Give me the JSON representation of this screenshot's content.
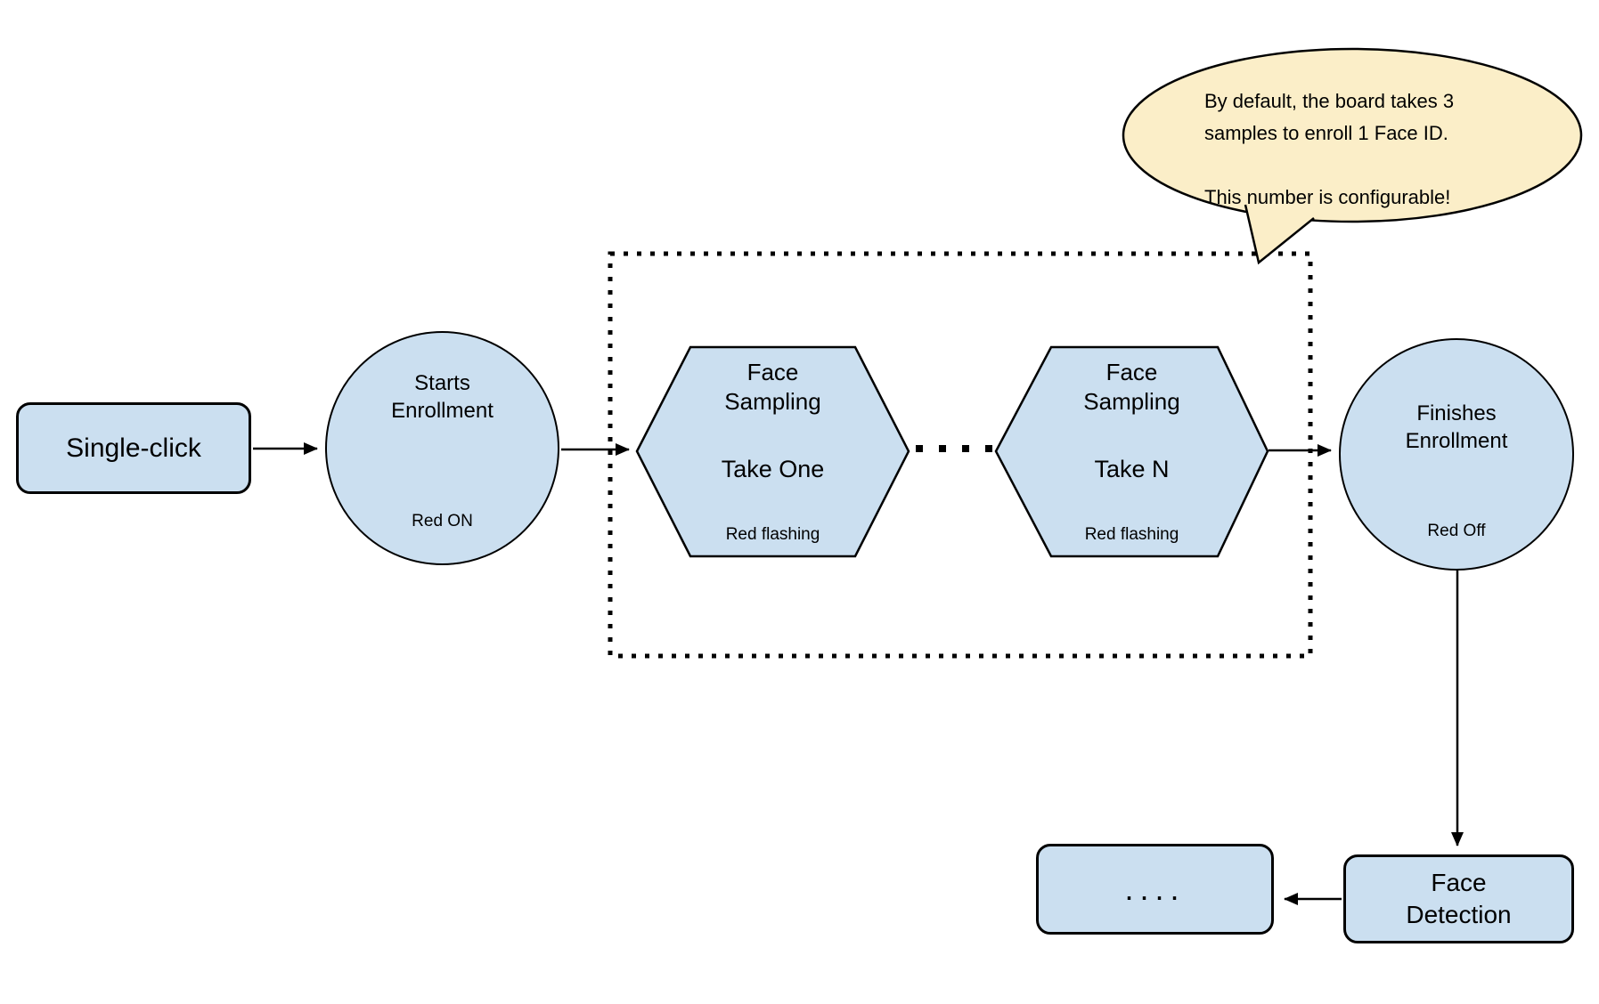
{
  "diagram": {
    "colors": {
      "node_fill": "#CBDFF0",
      "node_border": "#000000",
      "bubble_fill": "#FBEEC8",
      "background": "#FFFFFF"
    },
    "nodes": {
      "single_click": {
        "label": "Single-click"
      },
      "starts_enrollment": {
        "title": "Starts Enrollment",
        "status": "Red ON"
      },
      "face_sampling_one": {
        "title": "Face Sampling",
        "subtitle": "Take One",
        "status": "Red flashing"
      },
      "face_sampling_n": {
        "title": "Face Sampling",
        "subtitle": "Take N",
        "status": "Red flashing"
      },
      "finishes_enrollment": {
        "title": "Finishes Enrollment",
        "status": "Red Off"
      },
      "face_detection": {
        "label": "Face Detection"
      },
      "more": {
        "label": "...."
      }
    },
    "callout": {
      "line1": "By default, the board takes 3",
      "line2": "samples to enroll 1 Face ID.",
      "line3": "This number is configurable!"
    }
  }
}
